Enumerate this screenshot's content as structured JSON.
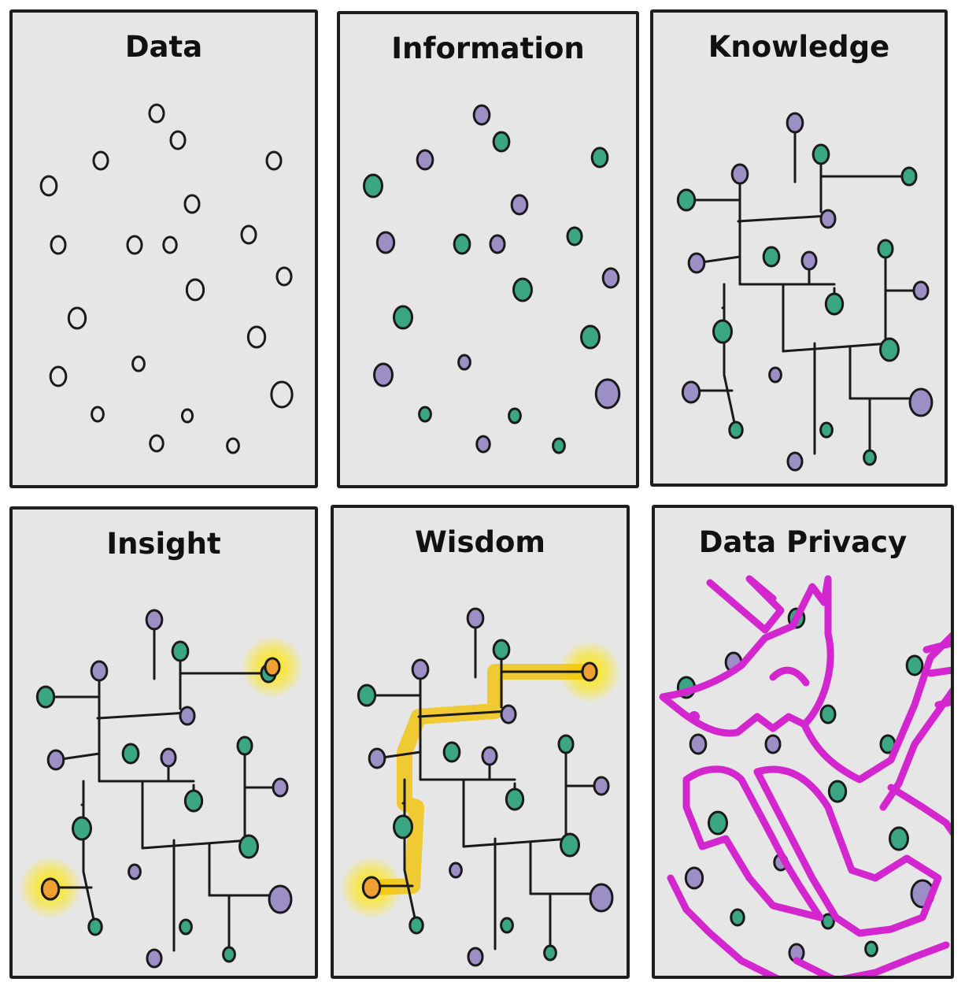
{
  "panels": [
    {
      "id": "data",
      "title": "Data"
    },
    {
      "id": "information",
      "title": "Information"
    },
    {
      "id": "knowledge",
      "title": "Knowledge"
    },
    {
      "id": "insight",
      "title": "Insight"
    },
    {
      "id": "wisdom",
      "title": "Wisdom"
    },
    {
      "id": "data-privacy",
      "title": "Data Privacy"
    }
  ],
  "colors": {
    "node_green": "#3aa684",
    "node_purple": "#9c8fc6",
    "highlight": "#f2c200",
    "dragon": "#d426cf"
  }
}
